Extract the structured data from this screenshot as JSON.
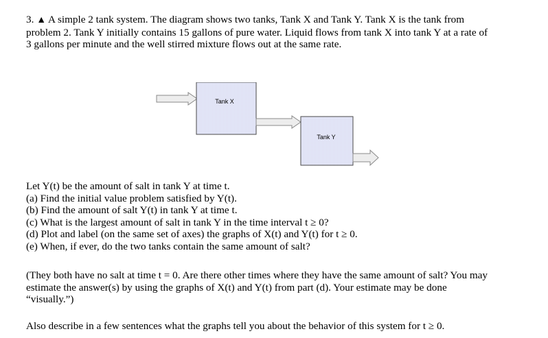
{
  "problem": {
    "number": "3.",
    "intro_lines": [
      "A simple 2 tank system. The diagram shows two tanks, Tank X and Tank Y. Tank X is the tank from",
      "problem 2. Tank Y initially contains 15 gallons of pure water.  Liquid flows from tank X into tank Y at a rate of",
      "3 gallons per minute and the well stirred mixture flows out at the same rate."
    ]
  },
  "diagram": {
    "tank_x_label": "Tank X",
    "tank_y_label": "Tank Y"
  },
  "parts": [
    "Let Y(t) be the amount of salt in tank Y at time t.",
    "(a) Find the initial value problem satisfied by Y(t).",
    "(b) Find the amount of salt  Y(t) in tank Y at time t.",
    "(c) What is the largest amount of salt in tank Y in the time interval t ≥ 0?",
    "(d) Plot and label (on the same set of axes) the graphs of X(t) and Y(t) for  t ≥ 0.",
    "(e) When, if ever, do the two tanks contain the same amount of salt?"
  ],
  "note_lines": [
    "(They both have no salt at time  t = 0. Are there other times where they have the same amount of salt? You may",
    "estimate the answer(s) by using the graphs of X(t) and Y(t) from part (d). Your estimate may be done",
    "“visually.”)"
  ],
  "final_line": "Also describe in a few sentences what the graphs tell you about the behavior of this system for t ≥ 0."
}
